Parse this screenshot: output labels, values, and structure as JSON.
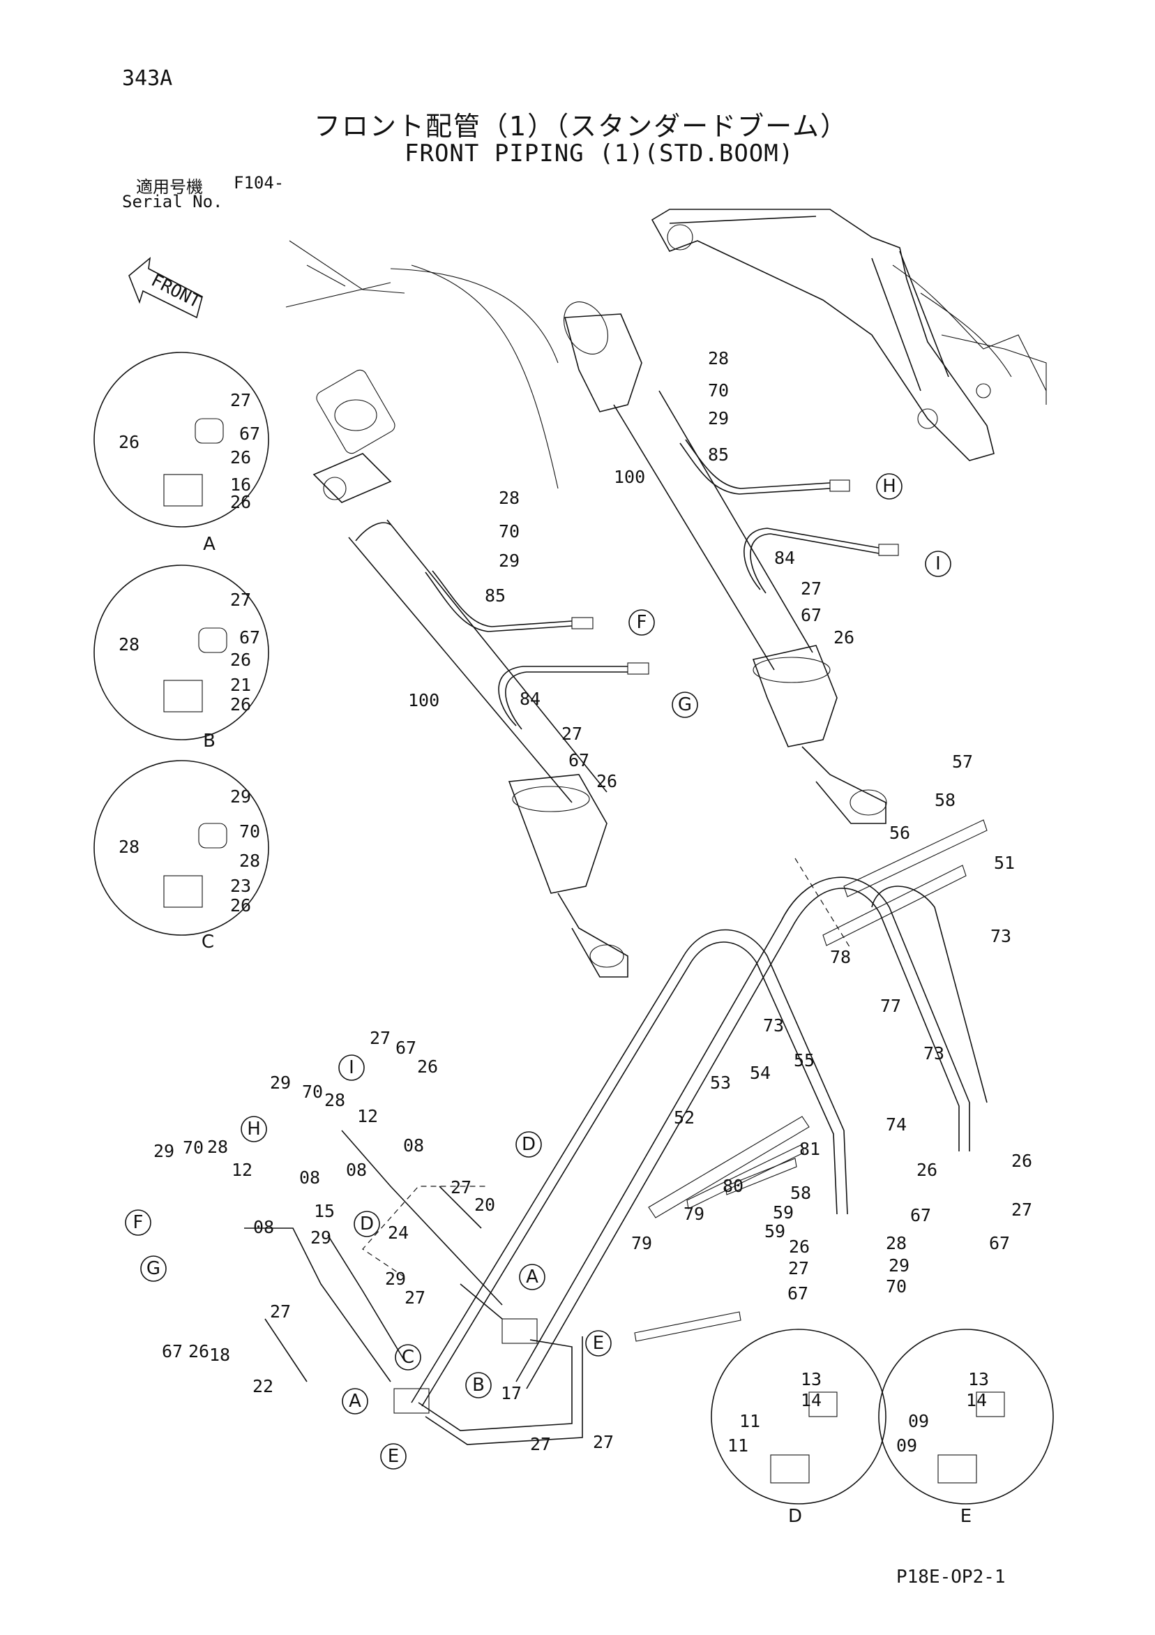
{
  "header": {
    "page_number": "343A",
    "title_jp": "フロント配管（1）（スタンダードブーム）",
    "title_en": "FRONT PIPING (1)(STD.BOOM)",
    "serial_label_jp": "適用号機",
    "serial_code": "F104-",
    "serial_label_en": "Serial No."
  },
  "front_arrow": "FRONT",
  "footer": {
    "drawing_code": "P18E-OP2-1"
  },
  "details": [
    {
      "id": "detail-a",
      "letter": "A",
      "parts": [
        "27",
        "67",
        "26",
        "26",
        "16",
        "26"
      ]
    },
    {
      "id": "detail-b",
      "letter": "B",
      "parts": [
        "27",
        "67",
        "28",
        "26",
        "21",
        "26"
      ]
    },
    {
      "id": "detail-c",
      "letter": "C",
      "parts": [
        "29",
        "70",
        "28",
        "28",
        "23",
        "26"
      ]
    },
    {
      "id": "detail-d",
      "letter": "D",
      "parts": [
        "13",
        "14",
        "11",
        "11"
      ]
    },
    {
      "id": "detail-e",
      "letter": "E",
      "parts": [
        "13",
        "14",
        "09",
        "09"
      ]
    }
  ],
  "callouts": [
    {
      "t": "100"
    },
    {
      "t": "28"
    },
    {
      "t": "70"
    },
    {
      "t": "29"
    },
    {
      "t": "85"
    },
    {
      "t": "84"
    },
    {
      "t": "27"
    },
    {
      "t": "67"
    },
    {
      "t": "26"
    },
    {
      "t": "100"
    },
    {
      "t": "28"
    },
    {
      "t": "70"
    },
    {
      "t": "29"
    },
    {
      "t": "85"
    },
    {
      "t": "84"
    },
    {
      "t": "27"
    },
    {
      "t": "67"
    },
    {
      "t": "26"
    },
    {
      "t": "57"
    },
    {
      "t": "58"
    },
    {
      "t": "56"
    },
    {
      "t": "51"
    },
    {
      "t": "73"
    },
    {
      "t": "78"
    },
    {
      "t": "77"
    },
    {
      "t": "73"
    },
    {
      "t": "73"
    },
    {
      "t": "55"
    },
    {
      "t": "54"
    },
    {
      "t": "53"
    },
    {
      "t": "52"
    },
    {
      "t": "74"
    },
    {
      "t": "81"
    },
    {
      "t": "80"
    },
    {
      "t": "79"
    },
    {
      "t": "79"
    },
    {
      "t": "58"
    },
    {
      "t": "59"
    },
    {
      "t": "59"
    },
    {
      "t": "26"
    },
    {
      "t": "26"
    },
    {
      "t": "27"
    },
    {
      "t": "67"
    },
    {
      "t": "67"
    },
    {
      "t": "26"
    },
    {
      "t": "28"
    },
    {
      "t": "27"
    },
    {
      "t": "29"
    },
    {
      "t": "67"
    },
    {
      "t": "70"
    },
    {
      "t": "27"
    },
    {
      "t": "67"
    },
    {
      "t": "26"
    },
    {
      "t": "29"
    },
    {
      "t": "70"
    },
    {
      "t": "28"
    },
    {
      "t": "12"
    },
    {
      "t": "08"
    },
    {
      "t": "08"
    },
    {
      "t": "29"
    },
    {
      "t": "70"
    },
    {
      "t": "28"
    },
    {
      "t": "12"
    },
    {
      "t": "08"
    },
    {
      "t": "08"
    },
    {
      "t": "15"
    },
    {
      "t": "27"
    },
    {
      "t": "20"
    },
    {
      "t": "24"
    },
    {
      "t": "29"
    },
    {
      "t": "29"
    },
    {
      "t": "27"
    },
    {
      "t": "67"
    },
    {
      "t": "26"
    },
    {
      "t": "18"
    },
    {
      "t": "27"
    },
    {
      "t": "22"
    },
    {
      "t": "17"
    },
    {
      "t": "27"
    },
    {
      "t": "27"
    }
  ],
  "connection_labels": [
    {
      "t": "H"
    },
    {
      "t": "I"
    },
    {
      "t": "F"
    },
    {
      "t": "G"
    },
    {
      "t": "I"
    },
    {
      "t": "H"
    },
    {
      "t": "F"
    },
    {
      "t": "G"
    },
    {
      "t": "D"
    },
    {
      "t": "D"
    },
    {
      "t": "A"
    },
    {
      "t": "B"
    },
    {
      "t": "E"
    },
    {
      "t": "C"
    },
    {
      "t": "A"
    },
    {
      "t": "E"
    }
  ]
}
